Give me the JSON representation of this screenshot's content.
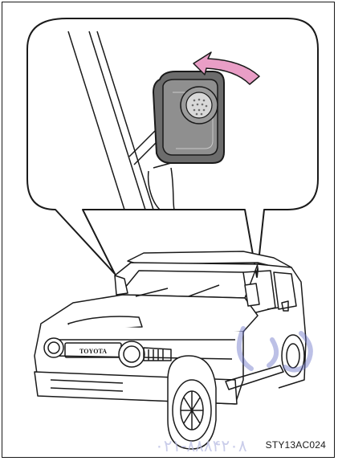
{
  "figure": {
    "code": "STY13AC024",
    "vehicle_badge": "TOYOTA",
    "watermark_text": "۰۲۱-۸۸۸۴۲۰۸",
    "colors": {
      "line": "#1a1a1a",
      "mirror_fill": "#8f8f8f",
      "mirror_dark": "#6c6c6c",
      "arrow": "#e99ec6",
      "watermark": "#6b73c8"
    }
  }
}
